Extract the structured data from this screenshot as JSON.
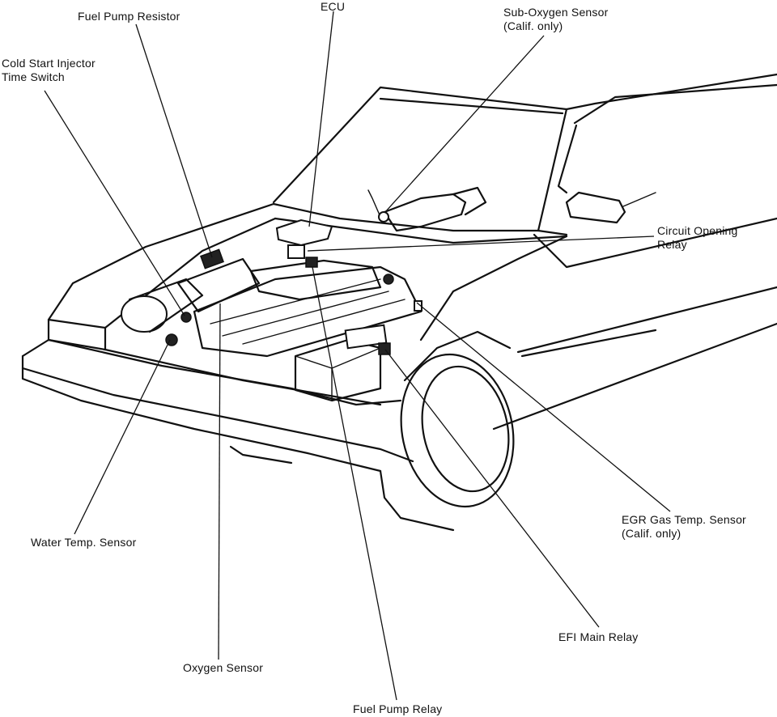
{
  "labels": {
    "fuel_pump_resistor": [
      "Fuel Pump Resistor"
    ],
    "ecu": [
      "ECU"
    ],
    "sub_oxygen_sensor": [
      "Sub-Oxygen Sensor",
      "(Calif. only)"
    ],
    "cold_start_injector_time_switch": [
      "Cold Start Injector",
      "Time Switch"
    ],
    "circuit_opening_relay": [
      "Circuit Opening",
      "Relay"
    ],
    "water_temp_sensor": [
      "Water Temp. Sensor"
    ],
    "egr_gas_temp_sensor": [
      "EGR Gas Temp. Sensor",
      "(Calif. only)"
    ],
    "efi_main_relay": [
      "EFI Main Relay"
    ],
    "oxygen_sensor": [
      "Oxygen Sensor"
    ],
    "fuel_pump_relay": [
      "Fuel Pump Relay"
    ]
  },
  "colors": {
    "ink": "#111111",
    "background": "#ffffff"
  }
}
